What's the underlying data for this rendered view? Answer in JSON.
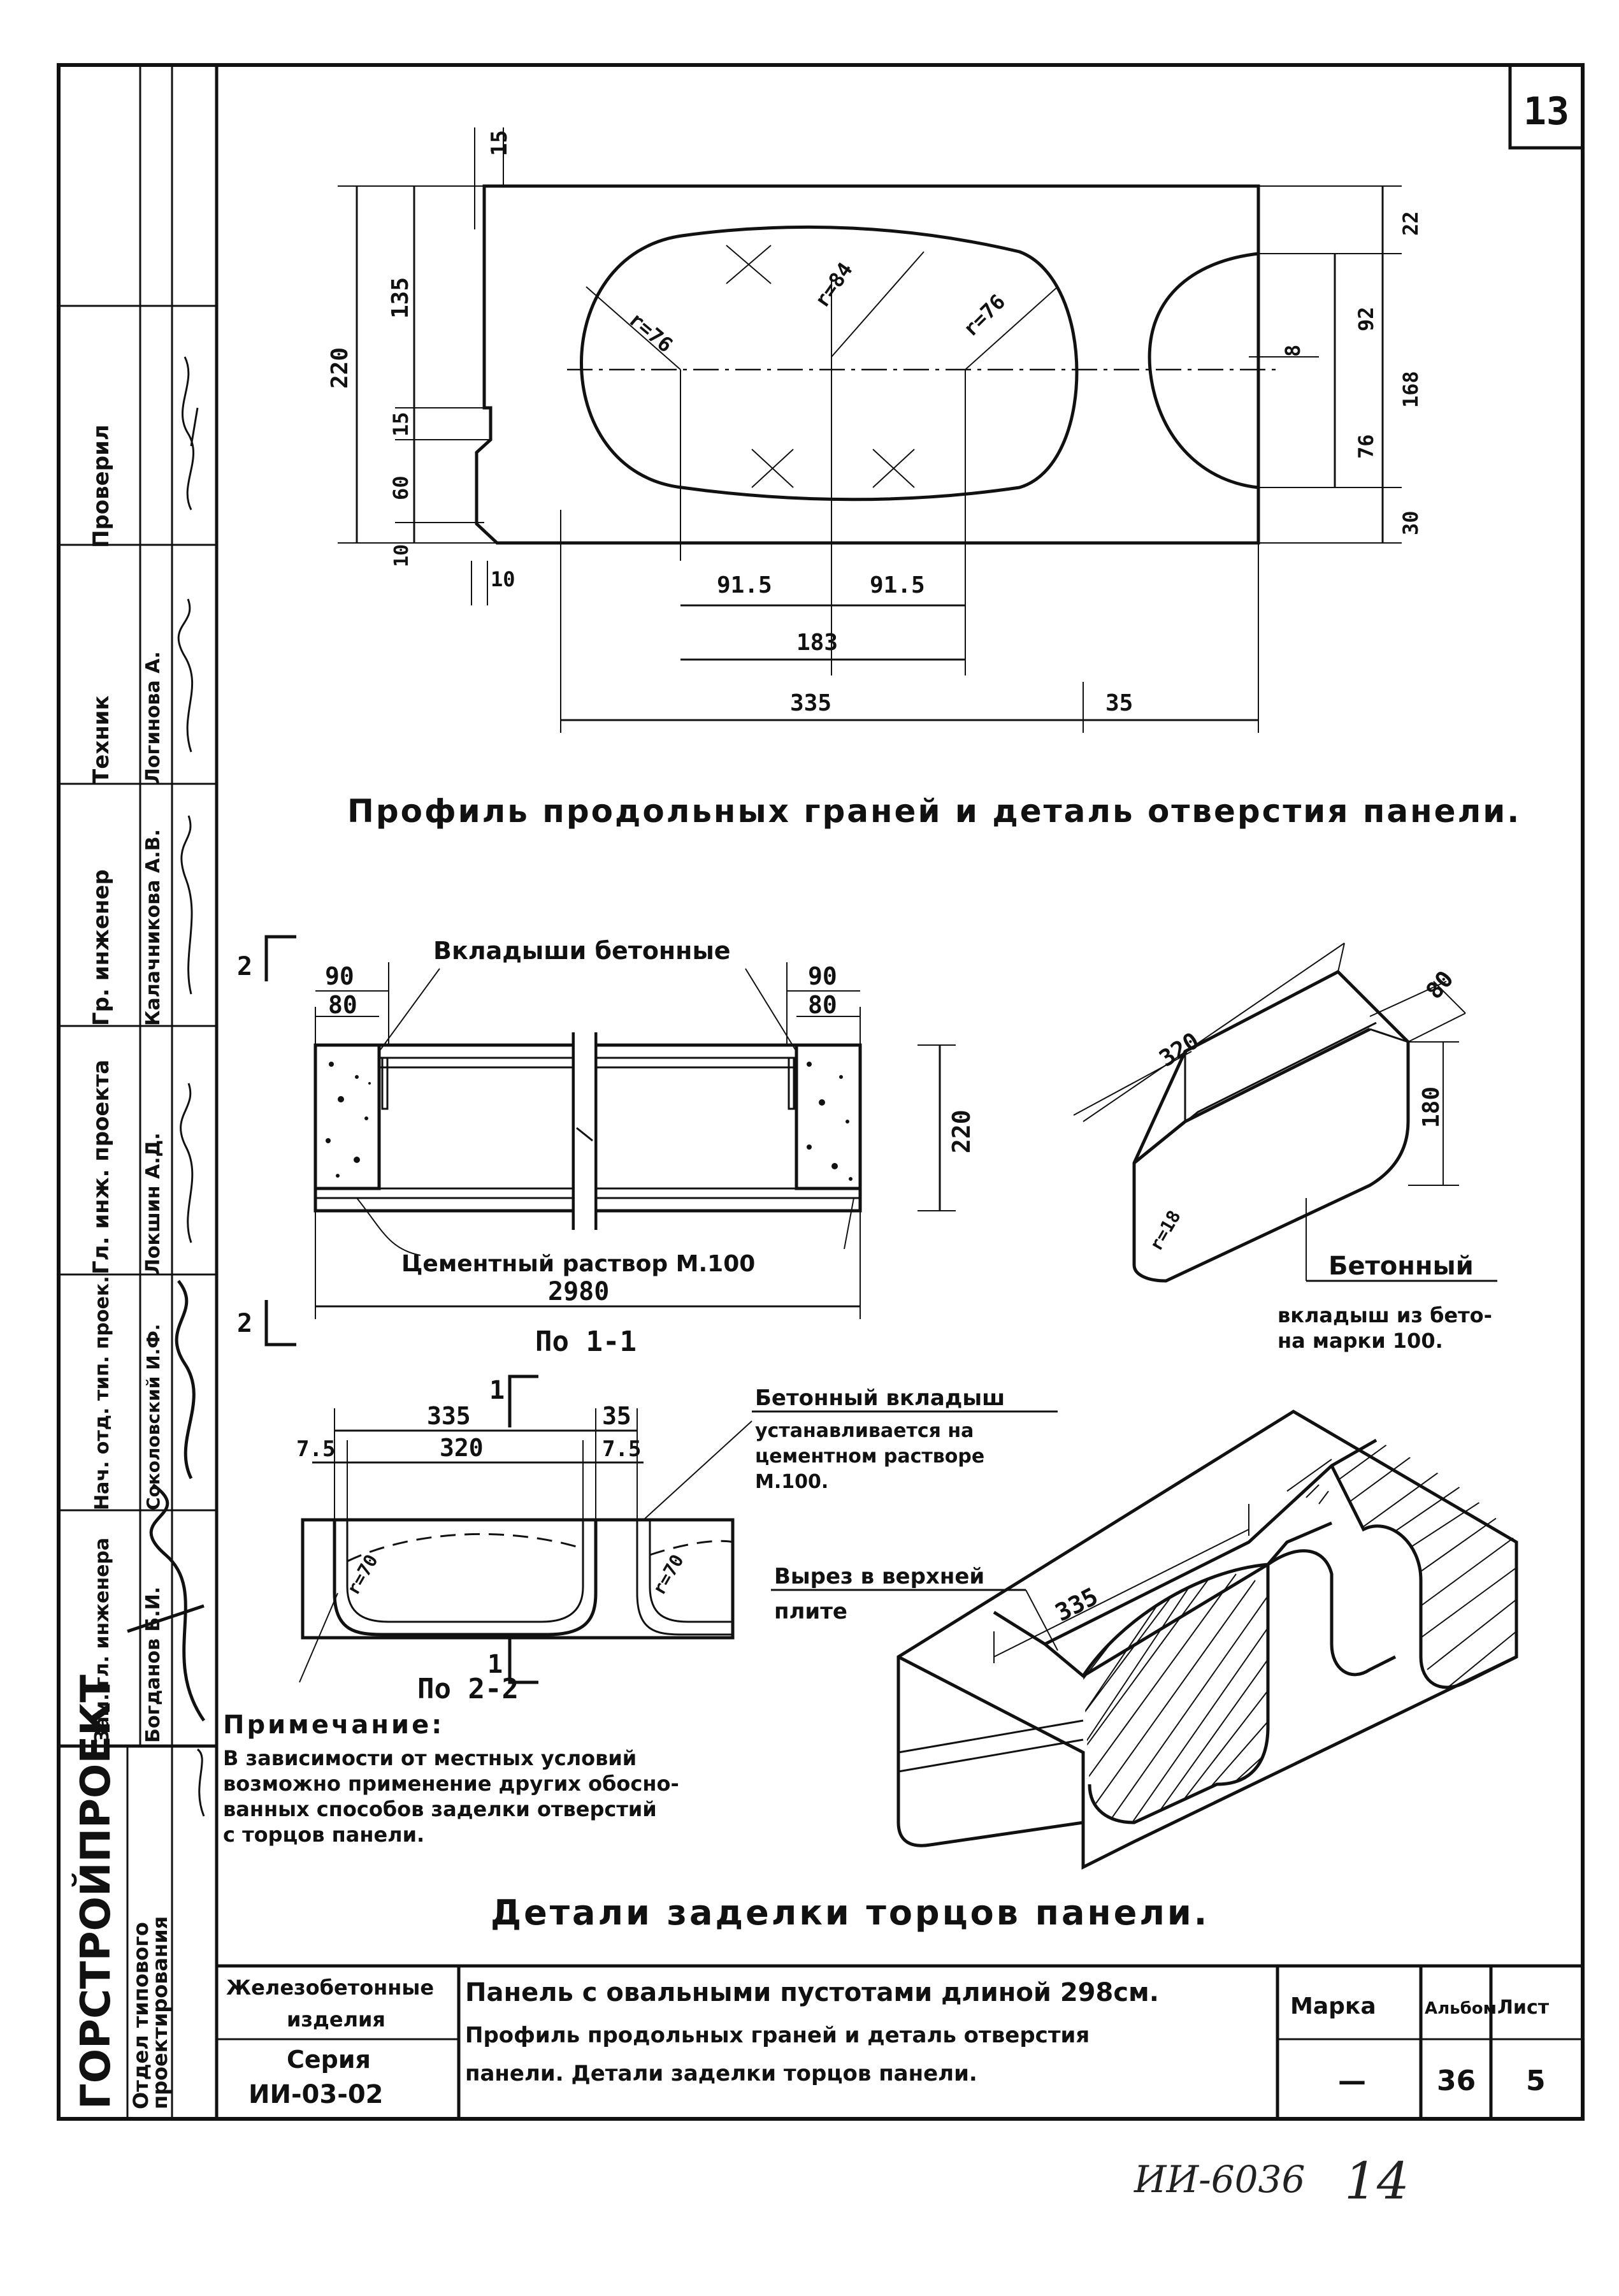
{
  "sheet_number": "13",
  "stamp": {
    "roles": [
      "Проверил",
      "Техник",
      "Гр. инженер",
      "Гл. инж. проекта",
      "Нач. отд. тип. проек.",
      "Зам. гл. инженера"
    ],
    "names": [
      "",
      "Логинова А.",
      "Калачникова А.В.",
      "Локшин А.Д.",
      "Соколовский И.Ф.",
      "Богданов Б.И."
    ],
    "org": "ГОРСТРОЙПРОЕКТ",
    "dept": "Отдел типового",
    "dept2": "проектирования"
  },
  "profile": {
    "dims": {
      "top15": "15",
      "d220": "220",
      "d135": "135",
      "d15": "15",
      "d60": "60",
      "d10": "10",
      "d10b": "10",
      "r76a": "r=76",
      "r84": "r=84",
      "r76b": "r=76",
      "d22": "22",
      "d92": "92",
      "d8": "8",
      "d168": "168",
      "d76": "76",
      "d30": "30",
      "d915a": "91.5",
      "d915b": "91.5",
      "d183": "183",
      "d335": "335",
      "d35": "35"
    },
    "title": "Профиль продольных граней и деталь отверстия панели."
  },
  "section11": {
    "label_left": "90",
    "label_left2": "80",
    "label_right": "90",
    "label_right2": "80",
    "callout_top": "Вкладыши бетонные",
    "callout_bottom": "Цементный раствор М.100",
    "d2980": "2980",
    "d220": "220",
    "cut_top": "2",
    "cut_bottom": "2",
    "caption": "По 1-1"
  },
  "block": {
    "d320": "320",
    "d80": "80",
    "d180": "180",
    "r": "r=18",
    "label1": "Бетонный",
    "label2": "вкладыш из бето-",
    "label3": "на марки 100."
  },
  "section22": {
    "d335": "335",
    "d35": "35",
    "d75a": "7.5",
    "d320": "320",
    "d75b": "7.5",
    "r70a": "r=70",
    "r70b": "r=70",
    "cut_top": "1",
    "cut_bottom": "1",
    "caption": "По 2-2",
    "callout1": "Бетонный вкладыш",
    "callout2": "устанавливается на",
    "callout3": "цементном растворе",
    "callout4": "М.100."
  },
  "iso": {
    "label1": "Вырез в верхней",
    "label2": "плите",
    "d335": "335"
  },
  "note": {
    "head": "Примечание:",
    "l1": "В зависимости от местных условий",
    "l2": "возможно применение других обосно-",
    "l3": "ванных способов заделки отверстий",
    "l4": "с торцов панели."
  },
  "detail_title": "Детали заделки торцов панели.",
  "titleblock": {
    "cat1": "Железобетонные",
    "cat2": "изделия",
    "series_label": "Серия",
    "series": "ИИ-03-02",
    "desc1": "Панель с овальными пустотами длиной 298см.",
    "desc2": "Профиль продольных граней и деталь отверстия",
    "desc3": "панели. Детали заделки торцов панели.",
    "marka_label": "Марка",
    "marka": "—",
    "album_label": "Альбом",
    "album": "36",
    "sheet_label": "Лист",
    "sheet": "5"
  },
  "footer_hand": "ИИ-6036",
  "footer_hand2": "14"
}
